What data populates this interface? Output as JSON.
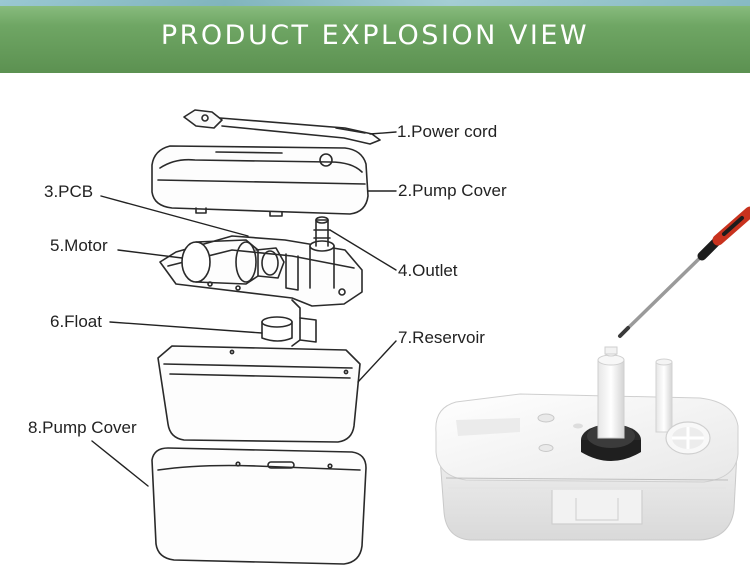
{
  "banner": {
    "title": "PRODUCT EXPLOSION VIEW"
  },
  "parts": [
    {
      "label": "1.Power cord"
    },
    {
      "label": "2.Pump Cover"
    },
    {
      "label": "3.PCB"
    },
    {
      "label": "4.Outlet"
    },
    {
      "label": "5.Motor"
    },
    {
      "label": "6.Float"
    },
    {
      "label": "7.Reservoir"
    },
    {
      "label": "8.Pump Cover"
    }
  ],
  "colors": {
    "banner": "#6fa664",
    "banner_text": "#ffffff",
    "line": "#222222"
  },
  "icons": {
    "screwdriver": "screwdriver-icon"
  }
}
